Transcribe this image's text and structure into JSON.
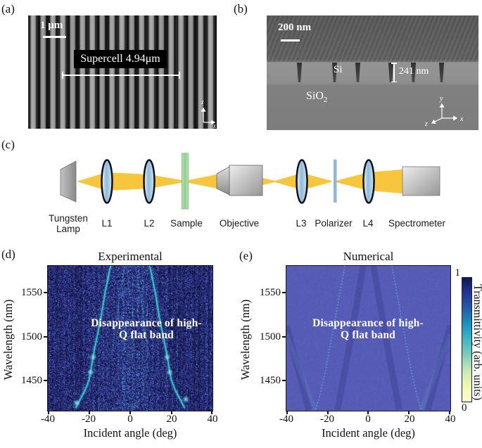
{
  "panel_a": {
    "label": "(a)",
    "scale_bar": "1 μm",
    "supercell": "Supercell 4.94μm",
    "axis_vertical": "z",
    "axis_horizontal": "x"
  },
  "panel_b": {
    "label": "(b)",
    "scale_bar": "200 nm",
    "si": "Si",
    "sio2_main": "SiO",
    "sio2_sub": "2",
    "depth": "241 nm",
    "axis_y": "y",
    "axis_x": "x",
    "axis_z": "z"
  },
  "panel_c": {
    "label": "(c)",
    "components": [
      "Tungsten Lamp",
      "L1",
      "L2",
      "Sample",
      "Objective",
      "L3",
      "Polarizer",
      "L4",
      "Spectrometer"
    ]
  },
  "panel_d_label": "(d)",
  "panel_e_label": "(e)",
  "colorbar": {
    "top_tick": "1",
    "bottom_tick": "0",
    "label": "Transmittivity (arb. units)",
    "colormap_top_to_bottom": [
      "#0a1a52",
      "#253494",
      "#225ea8",
      "#1d91c0",
      "#41b6c4",
      "#7fcdbb",
      "#c7e9b4",
      "#edf8b1",
      "#fffdd0"
    ]
  },
  "chart_data": [
    {
      "id": "experimental",
      "type": "heatmap",
      "title": "Experimental",
      "xlabel": "Incident angle (deg)",
      "ylabel": "Wavelength (nm)",
      "xlim": [
        -40,
        40
      ],
      "ylim": [
        1415,
        1580
      ],
      "xticks": [
        -40,
        -20,
        0,
        20,
        40
      ],
      "yticks": [
        1450,
        1500,
        1550
      ],
      "xticklabels": [
        "-40",
        "-20",
        "0",
        "20",
        "40"
      ],
      "yticklabels": [
        "1550",
        "1500",
        "1450"
      ],
      "annotation": "Disappearance of high-Q flat band",
      "annotation_lines": [
        "Disappearance of high-",
        "Q flat band"
      ],
      "style": "noisy",
      "colors": {
        "background": "#2e3086",
        "curve": "#3ad2d8"
      },
      "curves": [
        [
          [
            9.5,
            1580
          ],
          [
            12,
            1552
          ],
          [
            14,
            1524
          ],
          [
            16,
            1500
          ],
          [
            17.5,
            1483
          ],
          [
            18.3,
            1473
          ],
          [
            19,
            1462
          ],
          [
            20,
            1450
          ],
          [
            22,
            1438
          ],
          [
            24.5,
            1427
          ],
          [
            26.5,
            1418
          ]
        ],
        [
          [
            -9.5,
            1580
          ],
          [
            -12,
            1552
          ],
          [
            -14,
            1524
          ],
          [
            -16,
            1500
          ],
          [
            -17.5,
            1483
          ],
          [
            -18.3,
            1473
          ],
          [
            -19,
            1462
          ],
          [
            -20,
            1450
          ],
          [
            -22,
            1438
          ],
          [
            -24.5,
            1427
          ],
          [
            -26.5,
            1418
          ]
        ]
      ],
      "faint_curves": [
        [
          [
            2.5,
            1580
          ],
          [
            5.5,
            1540
          ],
          [
            7.5,
            1505
          ],
          [
            9,
            1478
          ]
        ],
        [
          [
            -2.5,
            1580
          ],
          [
            -5.5,
            1540
          ],
          [
            -7.5,
            1505
          ],
          [
            -9,
            1478
          ]
        ]
      ],
      "bright_spots": [
        [
          18,
          1476
        ],
        [
          -18,
          1476
        ],
        [
          19.2,
          1459
        ],
        [
          -19.2,
          1459
        ],
        [
          -26,
          1424
        ],
        [
          27,
          1428
        ]
      ],
      "flat_band_angle": 0
    },
    {
      "id": "numerical",
      "type": "heatmap",
      "title": "Numerical",
      "xlabel": "Incident angle (deg)",
      "ylabel": "Wavelength (nm)",
      "xlim": [
        -40,
        40
      ],
      "ylim": [
        1415,
        1580
      ],
      "xticks": [
        -40,
        -20,
        0,
        20,
        40
      ],
      "yticks": [
        1450,
        1500,
        1550
      ],
      "xticklabels": [
        "-40",
        "-20",
        "0",
        "20",
        "40"
      ],
      "yticklabels": [
        "1550",
        "1500",
        "1450"
      ],
      "annotation": "Disappearance of high-Q flat band",
      "annotation_lines": [
        "Disappearance of high-",
        "Q flat band"
      ],
      "style": "smooth",
      "colors": {
        "background": "#575cb6",
        "curve": "#5ad8da",
        "band": "#3f4499"
      },
      "curves": [
        [
          [
            11.5,
            1580
          ],
          [
            14,
            1548
          ],
          [
            16.5,
            1516
          ],
          [
            19,
            1484
          ],
          [
            21.5,
            1454
          ],
          [
            24,
            1430
          ],
          [
            25.8,
            1416
          ]
        ],
        [
          [
            -11.5,
            1580
          ],
          [
            -14,
            1548
          ],
          [
            -16.5,
            1516
          ],
          [
            -19,
            1484
          ],
          [
            -21.5,
            1454
          ],
          [
            -24,
            1430
          ],
          [
            -25.8,
            1416
          ]
        ]
      ],
      "bands": [
        [
          [
            2.5,
            1580
          ],
          [
            8.5,
            1498
          ],
          [
            15,
            1416
          ]
        ],
        [
          [
            -2.5,
            1580
          ],
          [
            -8.5,
            1498
          ],
          [
            -15,
            1416
          ]
        ],
        [
          [
            40,
            1512
          ],
          [
            29,
            1416
          ]
        ],
        [
          [
            -40,
            1512
          ],
          [
            -29,
            1416
          ]
        ]
      ],
      "light_bands": [
        [
          [
            26,
            1416
          ],
          [
            40,
            1502
          ]
        ],
        [
          [
            -26,
            1416
          ],
          [
            -40,
            1502
          ]
        ]
      ]
    }
  ]
}
